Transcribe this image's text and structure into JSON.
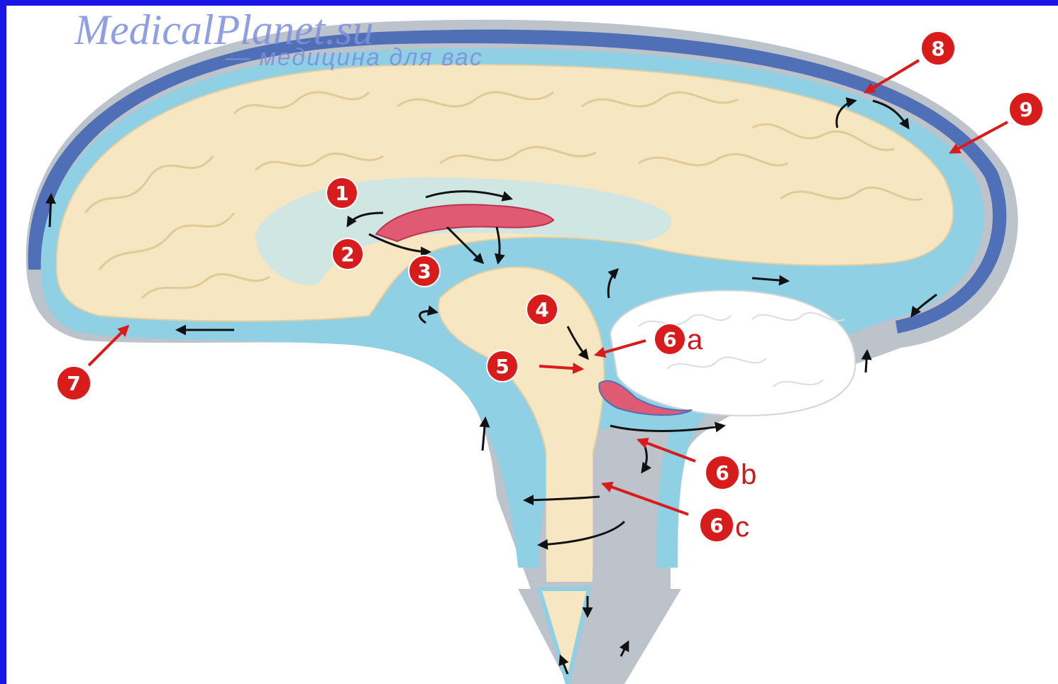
{
  "watermark": {
    "title": "MedicalPlanet.su",
    "subtitle": "— медицина для вас"
  },
  "labels": [
    {
      "id": "1",
      "num": "1",
      "suffix": ""
    },
    {
      "id": "2",
      "num": "2",
      "suffix": ""
    },
    {
      "id": "3",
      "num": "3",
      "suffix": ""
    },
    {
      "id": "4",
      "num": "4",
      "suffix": ""
    },
    {
      "id": "5",
      "num": "5",
      "suffix": ""
    },
    {
      "id": "6a",
      "num": "6",
      "suffix": "a"
    },
    {
      "id": "6b",
      "num": "6",
      "suffix": "b"
    },
    {
      "id": "6c",
      "num": "6",
      "suffix": "c"
    },
    {
      "id": "7",
      "num": "7",
      "suffix": ""
    },
    {
      "id": "8",
      "num": "8",
      "suffix": ""
    },
    {
      "id": "9",
      "num": "9",
      "suffix": ""
    }
  ],
  "colors": {
    "background_border": "#1a17e6",
    "brain": "#f6e6c2",
    "csf": "#8fd0e4",
    "dura": "#b9c0c8",
    "sinus": "#4f6fb6",
    "choroid_plexus": "#e05a73",
    "label_badge": "#d81c1c"
  }
}
